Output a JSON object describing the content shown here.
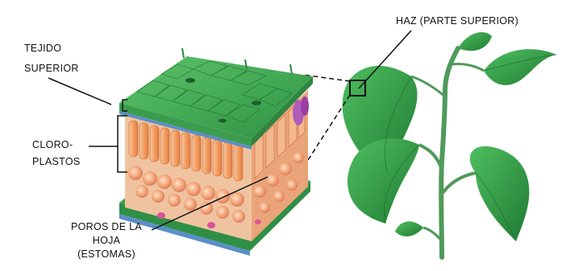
{
  "labels": {
    "tejido_line1": "TEJIDO",
    "tejido_line2": "SUPERIOR",
    "cloro_line1": "CLORO-",
    "cloro_line2": "PLASTOS",
    "poros_line1": "POROS DE LA",
    "poros_line2": "HOJA",
    "poros_line3": "(ESTOMAS)",
    "haz": "HAZ (PARTE SUPERIOR)"
  },
  "colors": {
    "leaf_green": "#2f9a45",
    "leaf_dark": "#1c6b2c",
    "epidermis_green": "#3fae53",
    "cell_orange": "#f2a464",
    "cell_pink": "#f5b7c4",
    "cell_purple": "#a24fa8",
    "cuticle_blue": "#5b8fc7",
    "stem_green": "#4f9a5a"
  }
}
